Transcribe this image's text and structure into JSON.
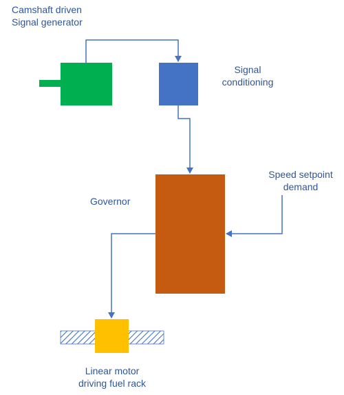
{
  "labels": {
    "signal_generator_line1": "Camshaft driven",
    "signal_generator_line2": "Signal generator",
    "signal_conditioning_line1": "Signal",
    "signal_conditioning_line2": "conditioning",
    "governor": "Governor",
    "speed_setpoint_line1": "Speed setpoint",
    "speed_setpoint_line2": "demand",
    "linear_motor_line1": "Linear motor",
    "linear_motor_line2": "driving fuel rack"
  },
  "colors": {
    "signal_generator": "#00B050",
    "signal_conditioning": "#4472C4",
    "governor": "#C55A11",
    "linear_motor": "#FFC000",
    "connector": "#4472C4",
    "text": "#2F5597",
    "hatch": "#4472C4"
  }
}
